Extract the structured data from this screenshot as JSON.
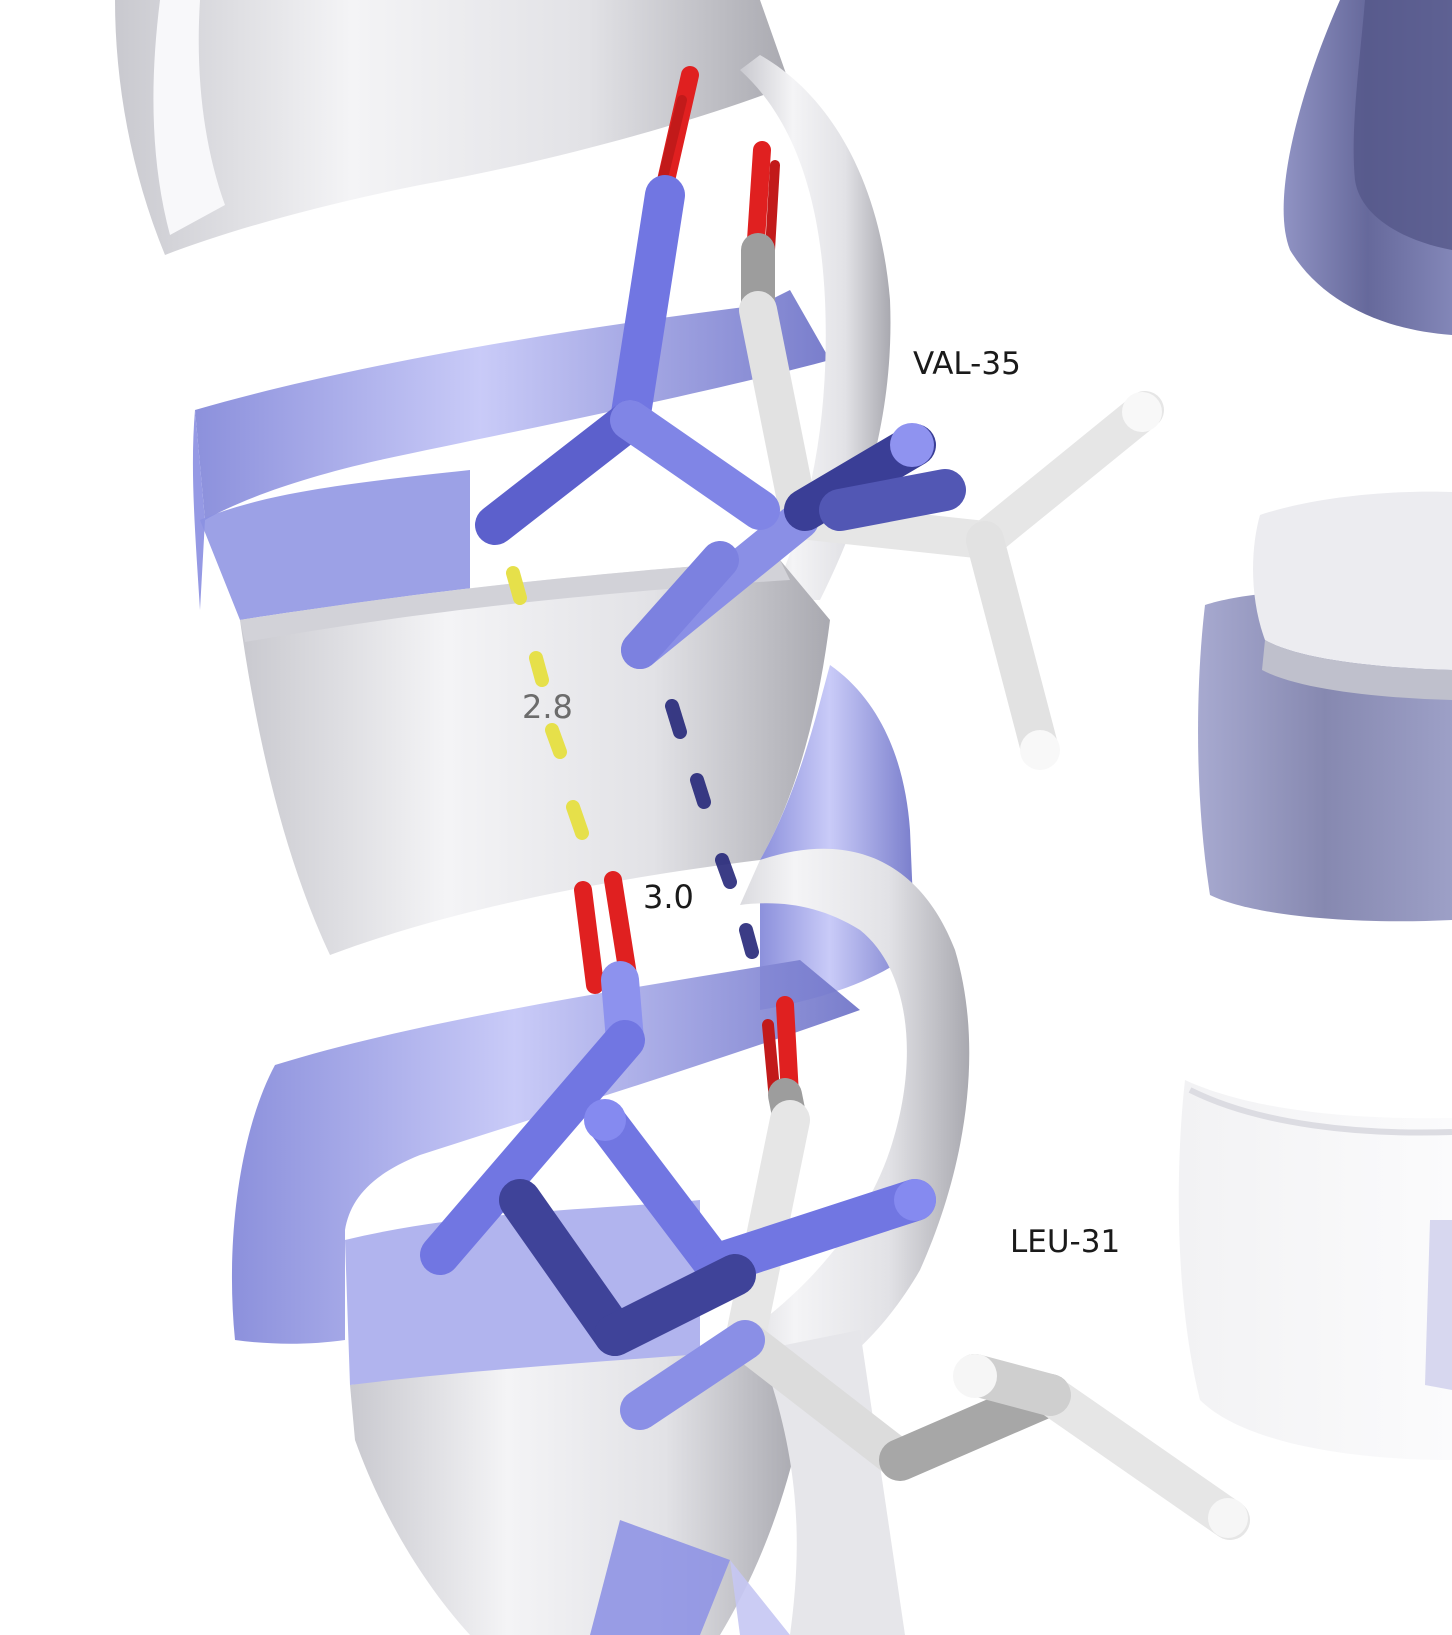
{
  "residue_labels": {
    "val35": "VAL-35",
    "leu31": "LEU-31"
  },
  "distances": {
    "d1": "2.8",
    "d2": "3.0"
  },
  "colors": {
    "background": "#ffffff",
    "helix_white": "#e4e4e8",
    "helix_blue": "#8e92e6",
    "stick_blue": "#6f74e4",
    "stick_white": "#e2e2e2",
    "oxygen": "#e02020",
    "hbond_yellow": "#e6e04a",
    "hbond_navy": "#26287a"
  }
}
